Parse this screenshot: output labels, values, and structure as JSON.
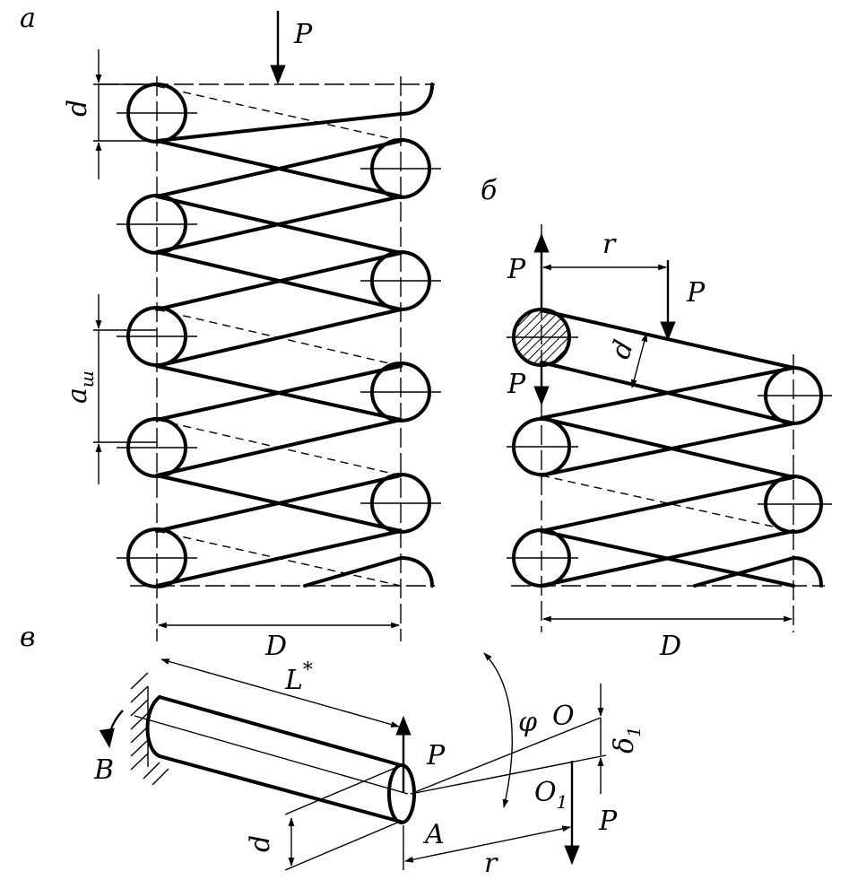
{
  "panels": {
    "a": "а",
    "b": "б",
    "v": "в"
  },
  "labels": {
    "a_P": "P",
    "a_d": "d",
    "a_aw_main": "a",
    "a_aw_sub": "ш",
    "a_D": "D",
    "b_r": "r",
    "b_P_top": "P",
    "b_P_force": "P",
    "b_P_down": "P",
    "b_d": "d",
    "b_D": "D",
    "v_L": "L",
    "v_L_sup": "*",
    "v_B": "B",
    "v_P_top": "P",
    "v_d": "d",
    "v_A": "A",
    "v_phi": "φ",
    "v_O": "O",
    "v_O1": "O",
    "v_O1_sub": "1",
    "v_delta": "δ",
    "v_delta_sub": "1",
    "v_P_right": "P",
    "v_r": "r"
  }
}
